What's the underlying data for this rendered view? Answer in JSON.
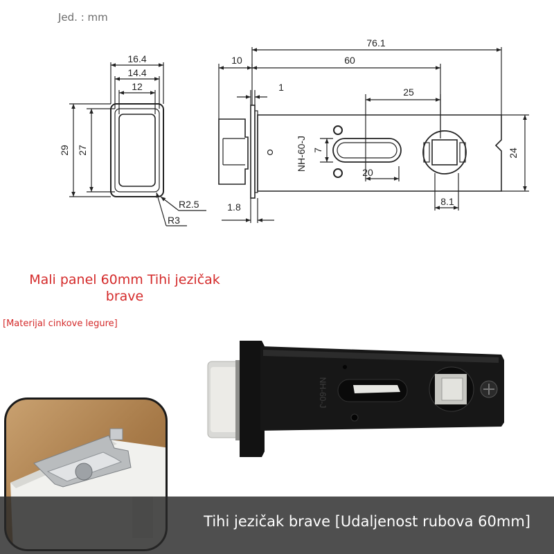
{
  "header": {
    "unit_label": "Jed. : mm"
  },
  "drawing": {
    "end_view": {
      "width_outer": "16.4",
      "width_mid": "14.4",
      "width_inner": "12",
      "height_outer": "29",
      "height_inner": "27",
      "radius_outer": "R2.5",
      "radius_inner": "R3"
    },
    "side_view": {
      "overall_length": "76.1",
      "faceplate_offset": "10",
      "backset": "60",
      "plate_thickness": "1",
      "spindle_to_slot": "25",
      "slot_height": "7",
      "slot_length": "20",
      "body_height": "24",
      "spindle_square": "8.1",
      "flange_thickness": "1.8",
      "body_marking": "NH-60-J"
    }
  },
  "product": {
    "title": "Mali panel 60mm Tihi jezičak brave",
    "material": "[Materijal cinkove legure]",
    "body_marking": "NH-60-J"
  },
  "caption": {
    "text": "Tihi jezičak brave [Udaljenost rubova 60mm]"
  },
  "colors": {
    "accent_red": "#d42a2a",
    "caption_bar": "#282828",
    "lock_body": "#161616",
    "inset_background": "#b68a58"
  }
}
